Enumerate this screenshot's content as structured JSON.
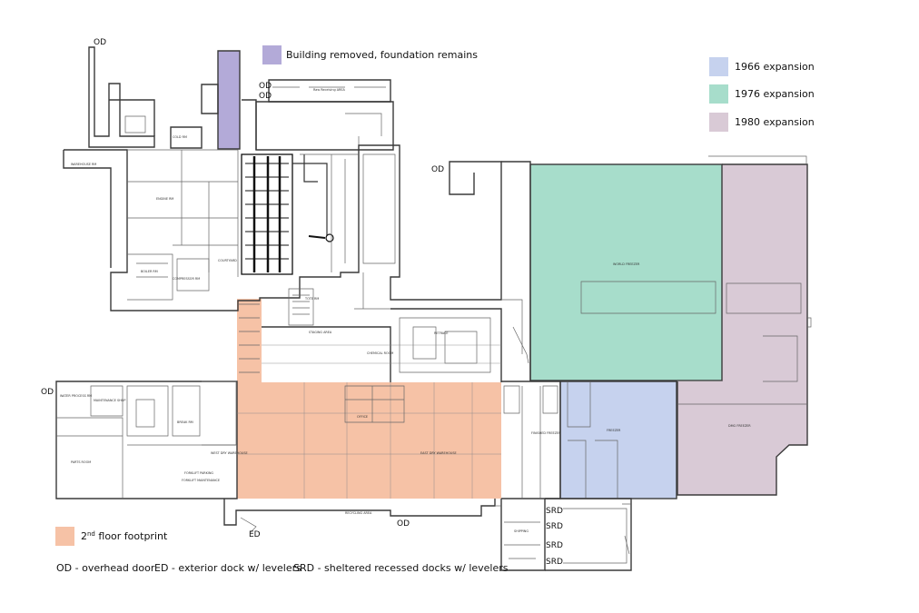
{
  "legend": {
    "removed": {
      "label": "Building removed, foundation remains",
      "color": "#b3aad8"
    },
    "expansion_1966": {
      "label": "1966 expansion",
      "color": "#c6d2ee"
    },
    "expansion_1976": {
      "label": "1976 expansion",
      "color": "#a7ddcb"
    },
    "expansion_1980": {
      "label": "1980 expansion",
      "color": "#d9cad6"
    },
    "second_floor": {
      "label_main": "2",
      "label_sup": "nd",
      "label_rest": " floor footprint",
      "color": "#f6c2a6"
    }
  },
  "notes": {
    "od": "OD - overhead door",
    "ed": "ED - exterior dock w/ levelers",
    "srd": "SRD - sheltered recessed docks w/ levelers"
  },
  "door_labels": {
    "od": "OD",
    "ed": "ED",
    "srd": "SRD"
  },
  "rooms": {
    "warehouse_1": "WAREHOUSE RM",
    "engine_rm": "ENGINE RM",
    "boiler_rm": "BOILER RM",
    "compressor_rm": "COMPRESSOR RM",
    "courtyard": "COURTYARD",
    "cold_rm": "COLD RM",
    "tote_rm": "TOTE RM",
    "staging_area": "STAGING AREA",
    "chemical_room": "CHEMICAL ROOM",
    "retrace": "RETRACE",
    "world_freezer": "WORLD FREEZER",
    "freezer": "FREEZER",
    "dmg_freezer": "DMG FREEZER",
    "finished_freezer": "FINISHED FREEZER",
    "water_process": "WATER PROCESS RM",
    "maintenance_shop": "MAINTENANCE SHOP",
    "parts_room": "PARTS ROOM",
    "forklift_parking": "FORKLIFT PARKING",
    "forklift_maint": "FORKLIFT MAINTENANCE",
    "west_dry_wh": "WEST DRY WAREHOUSE",
    "east_dry_wh": "EAST DRY WAREHOUSE",
    "recycling": "RECYCLING AREA",
    "shipping": "SHIPPING",
    "break_rm": "BREAK RM",
    "office": "OFFICE",
    "raw_receiving": "Raw Receiving AREA"
  }
}
